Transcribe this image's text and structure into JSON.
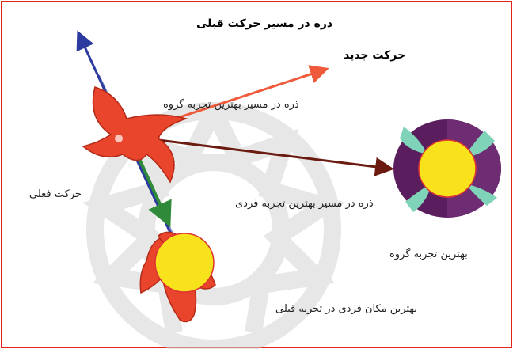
{
  "labels": {
    "prev_motion_path": "ذره در مسیر حرکت قبلی",
    "new_motion": "حرکت جدید",
    "group_best_path": "ذره در مسیر بهترین تجربه گروه",
    "current_motion": "حرکت فعلی",
    "personal_best_path": "ذره در مسیر بهترین تجربه فردی",
    "group_best": "بهترین تجربه گروه",
    "personal_best_prev": "بهترین مکان فردی در تجربه قبلی"
  },
  "colors": {
    "frame_border": "#e1251b",
    "bird": "#e8452c",
    "arrow_previous": "#2b3a9e",
    "arrow_new": "#ef5a3b",
    "arrow_group": "#6b1a10",
    "arrow_personal": "#2f8a3a",
    "gold": "#f7e21b",
    "group_ring": "#5a1e5e"
  },
  "icons": {
    "particle": "bird-icon",
    "group_best_marker": "sun-disc-icon",
    "personal_best_marker": "sun-disc-icon",
    "background": "watermark-rosette"
  }
}
